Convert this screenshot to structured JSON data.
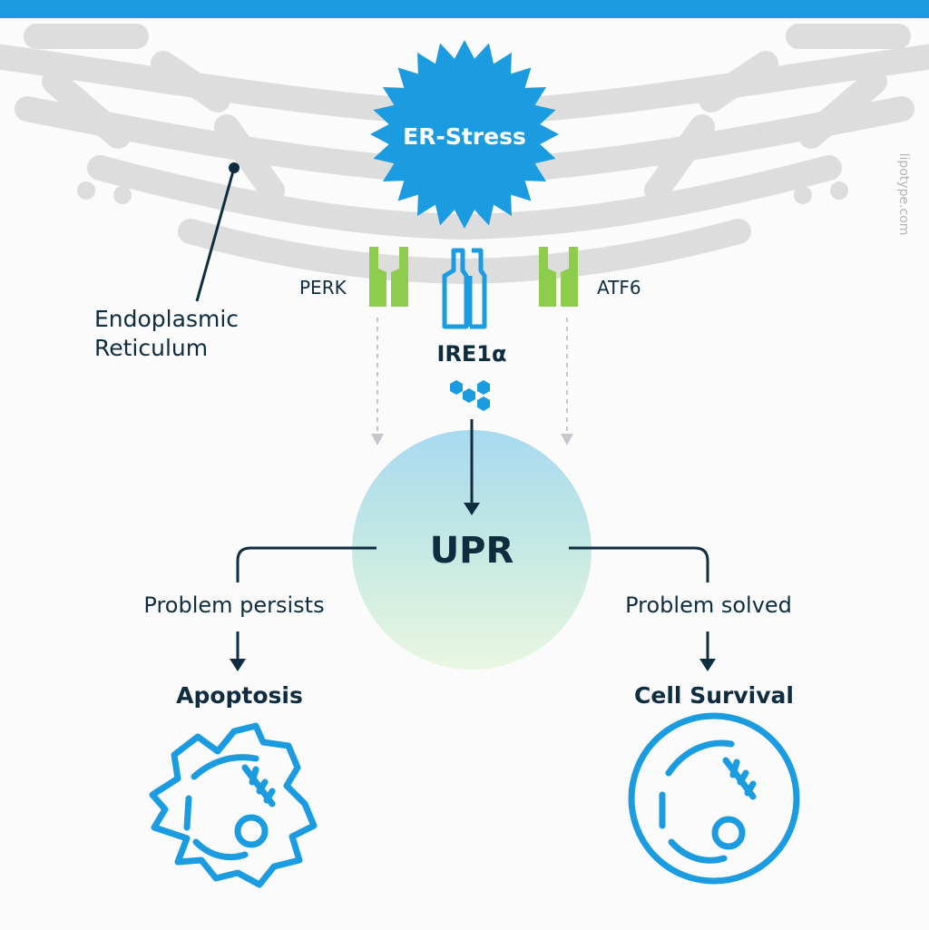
{
  "stress": {
    "label": "ER-Stress"
  },
  "organelle": {
    "label_line1": "Endoplasmic",
    "label_line2": "Reticulum"
  },
  "sensors": {
    "perk": "PERK",
    "ire1a": "IRE1α",
    "atf6": "ATF6"
  },
  "center": {
    "label": "UPR"
  },
  "branches": {
    "left": {
      "condition": "Problem persists",
      "outcome": "Apoptosis"
    },
    "right": {
      "condition": "Problem solved",
      "outcome": "Cell Survival"
    }
  },
  "watermark": "lipotype.com",
  "colors": {
    "blue": "#1b9ce0",
    "navy": "#0f2d3f",
    "green": "#8dcc4d",
    "gray_er": "#dddddd",
    "gray_arrow": "#c4c8cc"
  },
  "icons": [
    "starburst",
    "perk-receptor-icon",
    "ire1a-receptor-icon",
    "atf6-receptor-icon",
    "hexagon-cluster-icon",
    "apoptotic-cell-icon",
    "healthy-cell-icon"
  ]
}
